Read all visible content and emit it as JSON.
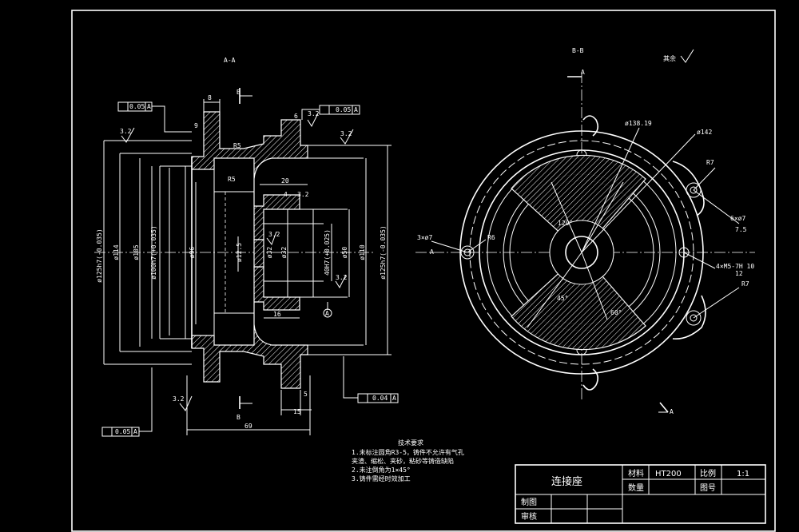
{
  "drawing": {
    "section_aa_label": "A-A",
    "section_bb_label": "B-B",
    "roughness_other": "其余",
    "views": {
      "aa": {
        "dims": {
          "d125": "ø125h7(-0.035)",
          "d114": "ø114",
          "d105": "ø105",
          "d100": "ø100h7(+0.035)",
          "d96": "ø96",
          "d32": "ø32",
          "d32b": "ø32",
          "d40": "40H7(+0.025)",
          "d50": "ø50",
          "d110": "ø110",
          "d125b": "ø125h7(-0.035)",
          "d12_5": "ø12.5",
          "r5a": "R5",
          "r5b": "R5",
          "w8": "8",
          "w9": "9",
          "w6": "6",
          "w20": "20",
          "w4": "4",
          "w16": "16",
          "w5": "5",
          "w15": "15",
          "w69": "69",
          "rough1": "3.2",
          "rough2": "3.2",
          "rough3": "3.2",
          "rough4": "3.2",
          "rough5": "3.2",
          "rough6": "3.2",
          "rough7": "3.2",
          "tol1": "0.05",
          "tol2": "0.05",
          "tol3": "0.04",
          "tol4": "0.05",
          "datum": "A",
          "datum_a": "A",
          "datum_b": "A",
          "datum_c": "A",
          "datum_d": "A",
          "datum_e": "A",
          "b_top": "B",
          "b_bot": "B"
        }
      },
      "bb": {
        "dims": {
          "d138": "ø138.19",
          "d142": "ø142",
          "r7a": "R7",
          "r7b": "R7",
          "r6": "R6",
          "holes6": "6×ø7",
          "holes3": "3×ø7",
          "holes4": "4×M5-7H 10",
          "angle120": "120°",
          "angle45": "45°",
          "angle60": "60°",
          "a_top": "A",
          "a_bot": "A",
          "sub_7": "7.5",
          "sub_12": "12"
        }
      }
    },
    "notes": {
      "title": "技术要求",
      "items": [
        "1.未标注圆角R3-5，铸件不允许有气孔",
        "  夹渣、缩松、夹砂，粘砂等铸造缺陷",
        "2.未注倒角为1×45°",
        "3.铸件需经时效加工"
      ]
    }
  },
  "title_block": {
    "part_name": "连接座",
    "material_label": "材料",
    "material_value": "HT200",
    "scale_label": "比例",
    "scale_value": "1:1",
    "quantity_label": "数量",
    "drawing_no_label": "图号",
    "drawn_label": "制图",
    "checked_label": "审核"
  }
}
